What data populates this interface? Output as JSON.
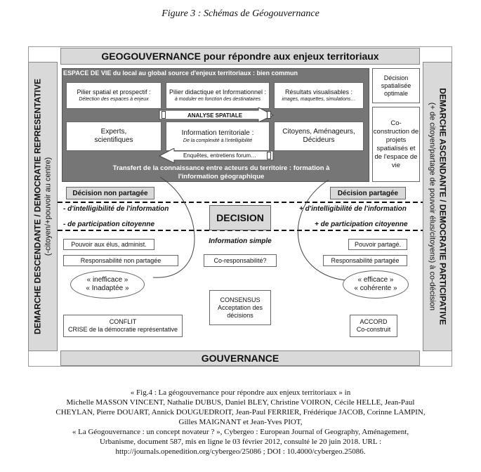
{
  "figure_title": "Figure 3 : Schémas de Géogouvernance",
  "top_banner": "GEOGOUVERNANCE pour répondre aux enjeux territoriaux",
  "bottom_banner": "GOUVERNANCE",
  "left_band": {
    "main": "DEMARCHE DESCENDANTE / DEMOCRATIE REPRESENTATIVE",
    "sub": "(-citoyen/+pouvoir au centre)"
  },
  "right_band": {
    "main": "DEMARCHE ASCENDANTE / DEMOCRATIE PARTICIPATIVE",
    "sub": "(+ de citoyen/partage de pouvoir élus/citoyens) à co-décision"
  },
  "espace_de_vie": {
    "title": "ESPACE DE VIE du local au global source d'enjeux territoriaux : bien commun",
    "piliers": [
      {
        "title": "Pilier spatial et prospectif :",
        "sub": "Détection des espaces à enjeux"
      },
      {
        "title": "Pilier didactique et Informationnel :",
        "sub": "à moduler en fonction des destinataires"
      },
      {
        "title": "Résultats visualisables :",
        "sub": "images, maquettes, simulations…"
      }
    ],
    "analyse_label": "ANALYSE SPATIALE",
    "acteurs": [
      {
        "title": "Experts, scientifiques",
        "sub": ""
      },
      {
        "title": "Information territoriale :",
        "sub": "De la complexité à l'intelligibilité"
      },
      {
        "title": "Citoyens, Aménageurs, Décideurs",
        "sub": ""
      }
    ],
    "enquetes_label": "Enquêtes, entretiens forum…",
    "transfert": "Transfert de la connaissance entre acteurs du territoire : formation à l'information géographique"
  },
  "right_column": {
    "decision_spatialisee": "Décision spatialisée optimale",
    "co_construction": "Co-construction de projets spatialisés et de l'espace de vie"
  },
  "decision": {
    "non_partagee": "Décision non partagée",
    "partagee": "Décision partagée",
    "center": "DECISION",
    "left_line1": "- d'intelligibilité de l'information",
    "left_line2": "- de participation citoyenne",
    "right_line1": "+ d'intelligibilité de l'information",
    "right_line2": "+ de participation citoyenne",
    "info_simple": "Information simple"
  },
  "left_chain": {
    "pouvoir": "Pouvoir aux élus, administ.",
    "responsabilite": "Responsabilité non partagée",
    "ellipse_1": "« inefficace »",
    "ellipse_2": "« Inadaptée »",
    "result_1": "CONFLIT",
    "result_2": "CRISE de la démocratie représentative"
  },
  "center_chain": {
    "co_resp": "Co-responsabilité?",
    "consensus_1": "CONSENSUS",
    "consensus_2": "Acceptation des décisions"
  },
  "right_chain": {
    "pouvoir": "Pouvoir partagé.",
    "responsabilite": "Responsabilité partagée",
    "ellipse_1": "« efficace »",
    "ellipse_2": "« cohérente »",
    "result_1": "ACCORD",
    "result_2": "Co-construit"
  },
  "caption": {
    "line1": "« Fig.4 : La géogouvernance pour répondre aux enjeux territoriaux » in",
    "line2": "Michelle MASSON VINCENT, Nathalie DUBUS, Daniel BLEY, Christine VOIRON, Cécile HELLE, Jean-Paul",
    "line3": "CHEYLAN, Pierre DOUART, Annick DOUGUEDROIT, Jean-Paul FERRIER, Frédérique JACOB, Corinne LAMPIN,",
    "line4": "Gilles MAIGNANT et Jean-Yves PIOT,",
    "line5": "« La Géogouvernance : un concept novateur ? », Cybergeo : European Journal of Geography, Aménagement,",
    "line6": "Urbanisme, document 587, mis en ligne le 03 février 2012, consulté le 20 juin 2018. URL :",
    "line7": "http://journals.openedition.org/cybergeo/25086 ; DOI : 10.4000/cybergeo.25086."
  }
}
